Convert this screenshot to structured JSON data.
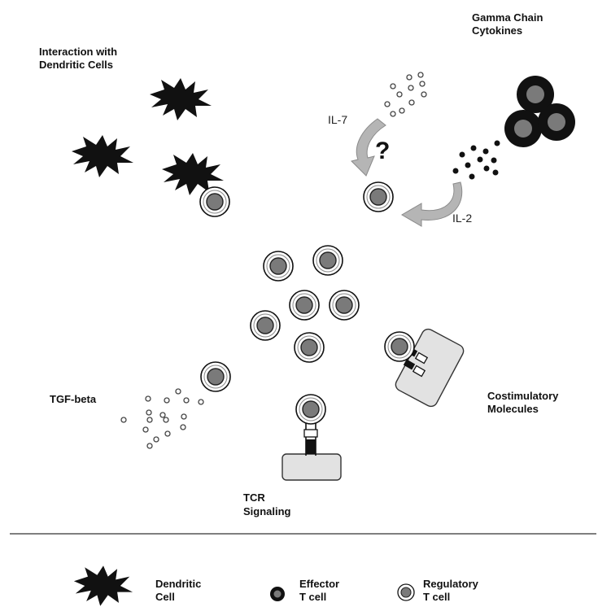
{
  "labels": {
    "interaction_line1": "Interaction with",
    "interaction_line2": "Dendritic Cells",
    "gamma_line1": "Gamma Chain",
    "gamma_line2": "Cytokines",
    "il7": "IL-7",
    "il2": "IL-2",
    "question": "?",
    "tgf": "TGF-beta",
    "costim_line1": "Costimulatory",
    "costim_line2": "Molecules",
    "tcr_line1": "TCR",
    "tcr_line2": "Signaling"
  },
  "legend": {
    "dendritic_line1": "Dendritic",
    "dendritic_line2": "Cell",
    "effector_line1": "Effector",
    "effector_line2": "T cell",
    "regulatory_line1": "Regulatory",
    "regulatory_line2": "T cell"
  },
  "colors": {
    "ink": "#111111",
    "nucleus_gray": "#7a7a7a",
    "arrow_gray": "#b5b5b5",
    "surface_gray": "#e2e2e2"
  }
}
